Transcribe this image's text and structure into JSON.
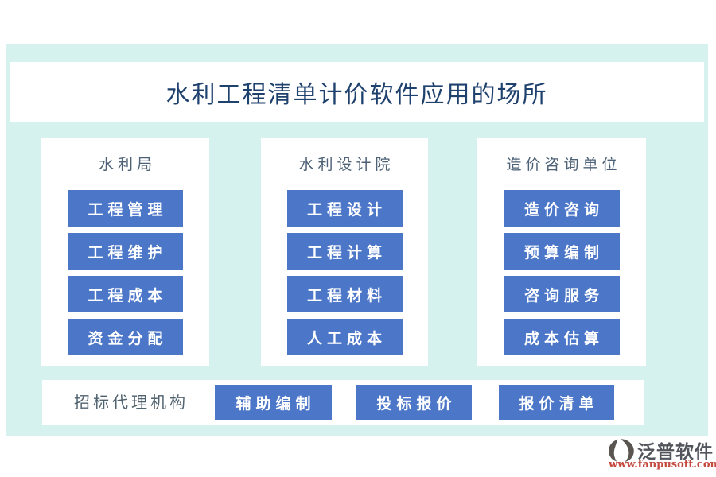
{
  "page": {
    "title": "水利工程清单计价软件应用的场所"
  },
  "colors": {
    "page_background": "#ffffff",
    "panel_background": "#d5f2ee",
    "card_background": "#ffffff",
    "button_background": "#4c77c8",
    "button_text": "#ffffff",
    "title_text": "#1f416e",
    "header_text": "#4e6277",
    "footer_brand_text": "#53555d",
    "footer_url_text": "#c4493f",
    "logo_glyph": "#5a5550"
  },
  "columns": [
    {
      "header": "水利局",
      "buttons": [
        "工程管理",
        "工程维护",
        "工程成本",
        "资金分配"
      ]
    },
    {
      "header": "水利设计院",
      "buttons": [
        "工程设计",
        "工程计算",
        "工程材料",
        "人工成本"
      ]
    },
    {
      "header": "造价咨询单位",
      "buttons": [
        "造价咨询",
        "预算编制",
        "咨询服务",
        "成本估算"
      ]
    }
  ],
  "bottom_row": {
    "label": "招标代理机构",
    "buttons": [
      "辅助编制",
      "投标报价",
      "报价清单"
    ]
  },
  "footer": {
    "logo_icon": "fanpu-logo-icon",
    "brand": "泛普软件",
    "url": "www.fanpusoft.com"
  }
}
